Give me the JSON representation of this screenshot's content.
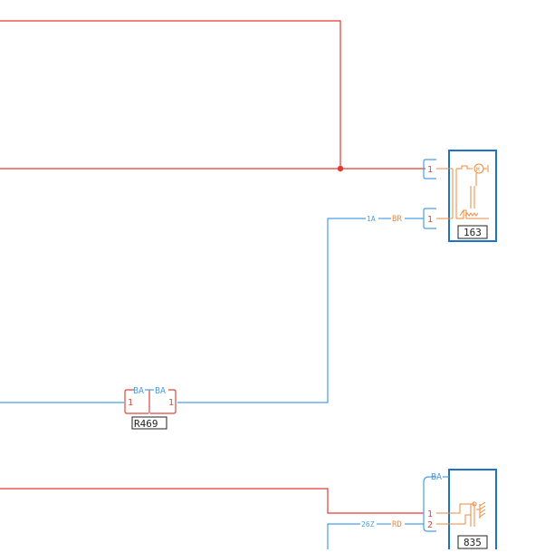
{
  "colors": {
    "wire_red": "#e53935",
    "wire_blue": "#4a9ee6",
    "component_orange": "#f08a3c",
    "box_blue": "#1e73c8",
    "text_dark": "#222222",
    "connector_red": "#e0463c"
  },
  "component_163": {
    "id": "163",
    "pin_top": "1",
    "pin_bottom": "1",
    "motor_icon": "motor-icon",
    "switch_icon": "contact-switch-icon"
  },
  "wire_to_163": {
    "code": "1A",
    "color_code": "BR"
  },
  "connector_R469": {
    "id": "R469",
    "label_left": "BA",
    "label_right": "BA",
    "pin_left": "1",
    "pin_right": "1"
  },
  "component_835": {
    "id": "835",
    "connector_color": "BA",
    "pin_top": "1",
    "pin_bottom": "2",
    "switch_icon": "grounded-switch-icon"
  },
  "wire_to_835_pin2": {
    "code": "26Z",
    "color_code": "RD"
  }
}
